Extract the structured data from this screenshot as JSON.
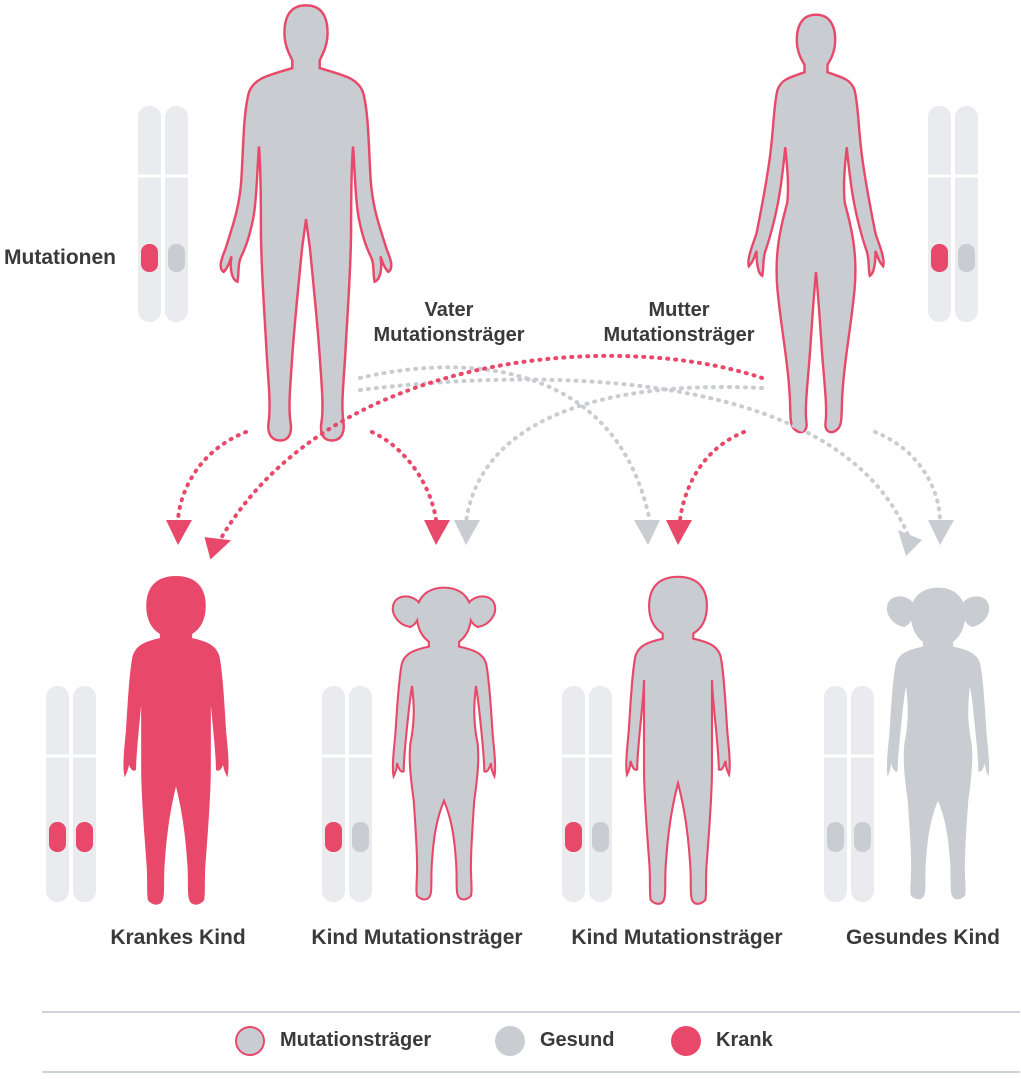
{
  "labels": {
    "mutations": "Mutationen",
    "father_line1": "Vater",
    "father_line2": "Mutationsträger",
    "mother_line1": "Mutter",
    "mother_line2": "Mutationsträger"
  },
  "children": [
    {
      "label": "Krankes Kind",
      "status": "krank"
    },
    {
      "label": "Kind Mutationsträger",
      "status": "mutationstraeger"
    },
    {
      "label": "Kind Mutationsträger",
      "status": "mutationstraeger"
    },
    {
      "label": "Gesundes Kind",
      "status": "gesund"
    }
  ],
  "legend": [
    {
      "label": "Mutationsträger",
      "key": "mutationstraeger"
    },
    {
      "label": "Gesund",
      "key": "gesund"
    },
    {
      "label": "Krank",
      "key": "krank"
    }
  ],
  "colors": {
    "krank": "#e8496a",
    "gesund": "#c9ccd1",
    "chromosome": "#e9ebee",
    "rule": "#cfd4da",
    "text": "#3a3a3a"
  }
}
